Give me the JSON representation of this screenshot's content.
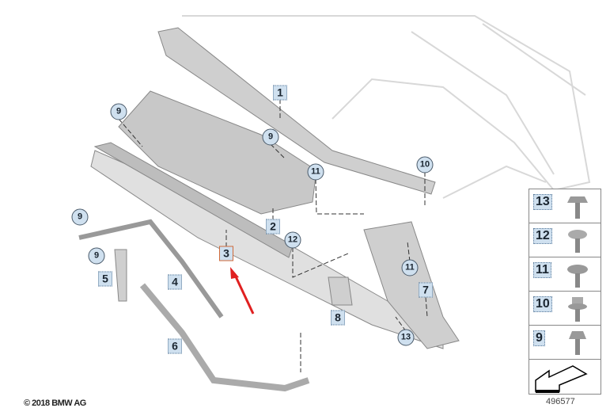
{
  "callouts": {
    "1": "1",
    "2": "2",
    "3": "3",
    "4": "4",
    "5": "5",
    "6": "6",
    "7": "7",
    "8": "8",
    "9": "9",
    "10": "10",
    "11": "11",
    "12": "12",
    "13": "13"
  },
  "legend": {
    "items": [
      "13",
      "12",
      "11",
      "10",
      "9"
    ]
  },
  "copyright": "© 2018 BMW AG",
  "diagram_number": "496577",
  "colors": {
    "label_bg": "#cfe0ef",
    "highlight": "#d06a3a",
    "arrow": "#e02020"
  }
}
